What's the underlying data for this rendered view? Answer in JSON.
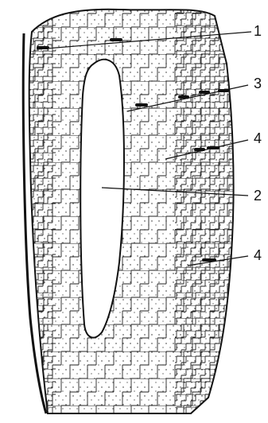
{
  "figure": {
    "labels": {
      "l1": "1",
      "l2": "2",
      "l3": "3",
      "l4a": "4",
      "l4b": "4"
    },
    "colors": {
      "ink": "#111111",
      "background": "#ffffff"
    }
  }
}
